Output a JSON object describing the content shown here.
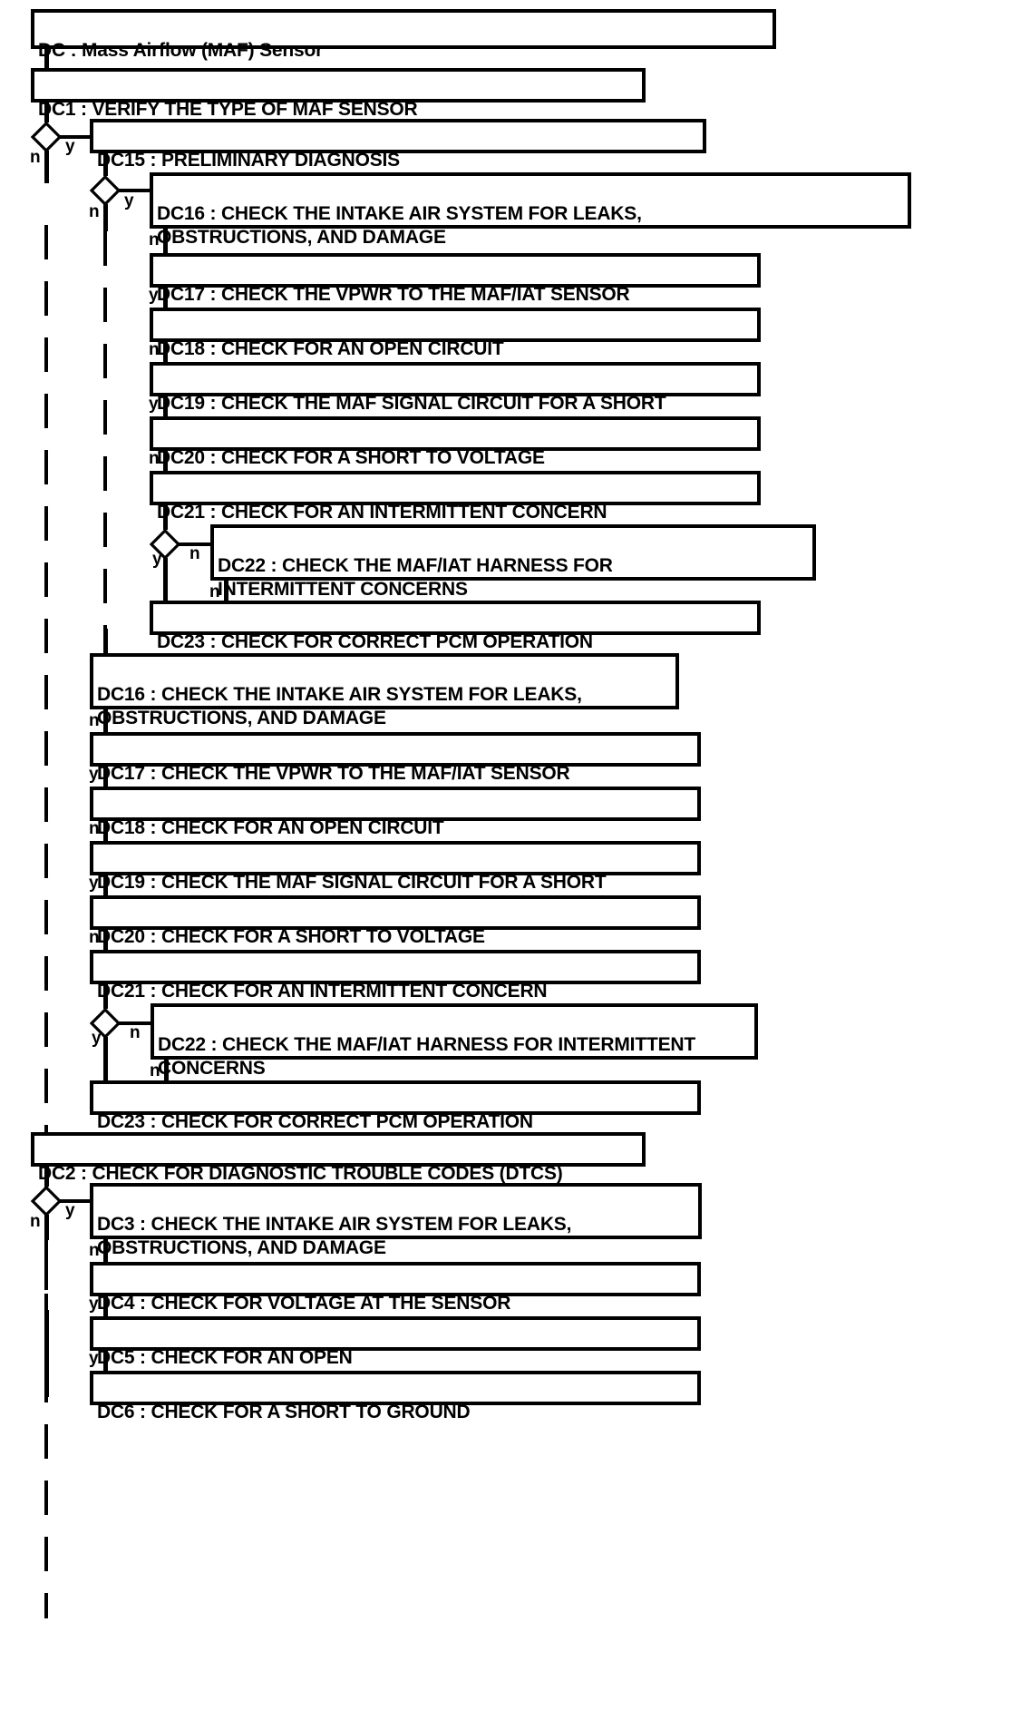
{
  "diagram": {
    "type": "flowchart",
    "title": "DC : Mass Airflow (MAF) Sensor",
    "orientation": "top-to-bottom",
    "branch_labels": {
      "yes": "y",
      "no": "n"
    },
    "colors": {
      "line": "#000000",
      "box_fill": "#ffffff",
      "text": "#000000"
    },
    "nodes": {
      "dc_title": "DC : Mass Airflow (MAF) Sensor",
      "dc1": "DC1 : VERIFY THE TYPE OF MAF SENSOR",
      "dc15": "DC15 : PRELIMINARY DIAGNOSIS",
      "dc16_a": "DC16 : CHECK THE INTAKE AIR SYSTEM FOR LEAKS,\nOBSTRUCTIONS, AND DAMAGE",
      "dc17_a": "DC17 : CHECK THE VPWR TO THE MAF/IAT SENSOR",
      "dc18_a": "DC18 : CHECK FOR AN OPEN CIRCUIT",
      "dc19_a": "DC19 : CHECK THE MAF SIGNAL CIRCUIT FOR A SHORT",
      "dc20_a": "DC20 : CHECK FOR A SHORT TO VOLTAGE",
      "dc21_a": "DC21 : CHECK FOR AN INTERMITTENT CONCERN",
      "dc22_a": "DC22 : CHECK THE MAF/IAT HARNESS FOR\nINTERMITTENT CONCERNS",
      "dc23_a": "DC23 : CHECK FOR CORRECT PCM OPERATION",
      "dc16_b": "DC16 : CHECK THE INTAKE AIR SYSTEM FOR LEAKS,\nOBSTRUCTIONS, AND DAMAGE",
      "dc17_b": "DC17 : CHECK THE VPWR TO THE MAF/IAT SENSOR",
      "dc18_b": "DC18 : CHECK FOR AN OPEN CIRCUIT",
      "dc19_b": "DC19 : CHECK THE MAF SIGNAL CIRCUIT FOR A SHORT",
      "dc20_b": "DC20 : CHECK FOR A SHORT TO VOLTAGE",
      "dc21_b": "DC21 : CHECK FOR AN INTERMITTENT CONCERN",
      "dc22_b": "DC22 : CHECK THE MAF/IAT HARNESS FOR INTERMITTENT\nCONCERNS",
      "dc23_b": "DC23 : CHECK FOR CORRECT PCM OPERATION",
      "dc2": "DC2 : CHECK FOR DIAGNOSTIC TROUBLE CODES (DTCS)",
      "dc3": "DC3 : CHECK THE INTAKE AIR SYSTEM FOR LEAKS,\nOBSTRUCTIONS, AND DAMAGE",
      "dc4": "DC4 : CHECK FOR VOLTAGE AT THE SENSOR",
      "dc5": "DC5 : CHECK FOR AN OPEN",
      "dc6": "DC6 : CHECK FOR A SHORT TO GROUND"
    },
    "edge_labels": {
      "d1_n": "n",
      "d1_y": "y",
      "d2_n": "n",
      "d2_y": "y",
      "e16a_n": "n",
      "e17a_y": "y",
      "e18a_n": "n",
      "e19a_y": "y",
      "e20a_n": "n",
      "d3_y": "y",
      "d3_n": "n",
      "e22a_n": "n",
      "e16b_n": "n",
      "e17b_y": "y",
      "e18b_n": "n",
      "e19b_y": "y",
      "e20b_n": "n",
      "d4_y": "y",
      "d4_n": "n",
      "e22b_n": "n",
      "d5_n": "n",
      "d5_y": "y",
      "e3_n": "n",
      "e4_y": "y",
      "e5_y": "y"
    }
  }
}
